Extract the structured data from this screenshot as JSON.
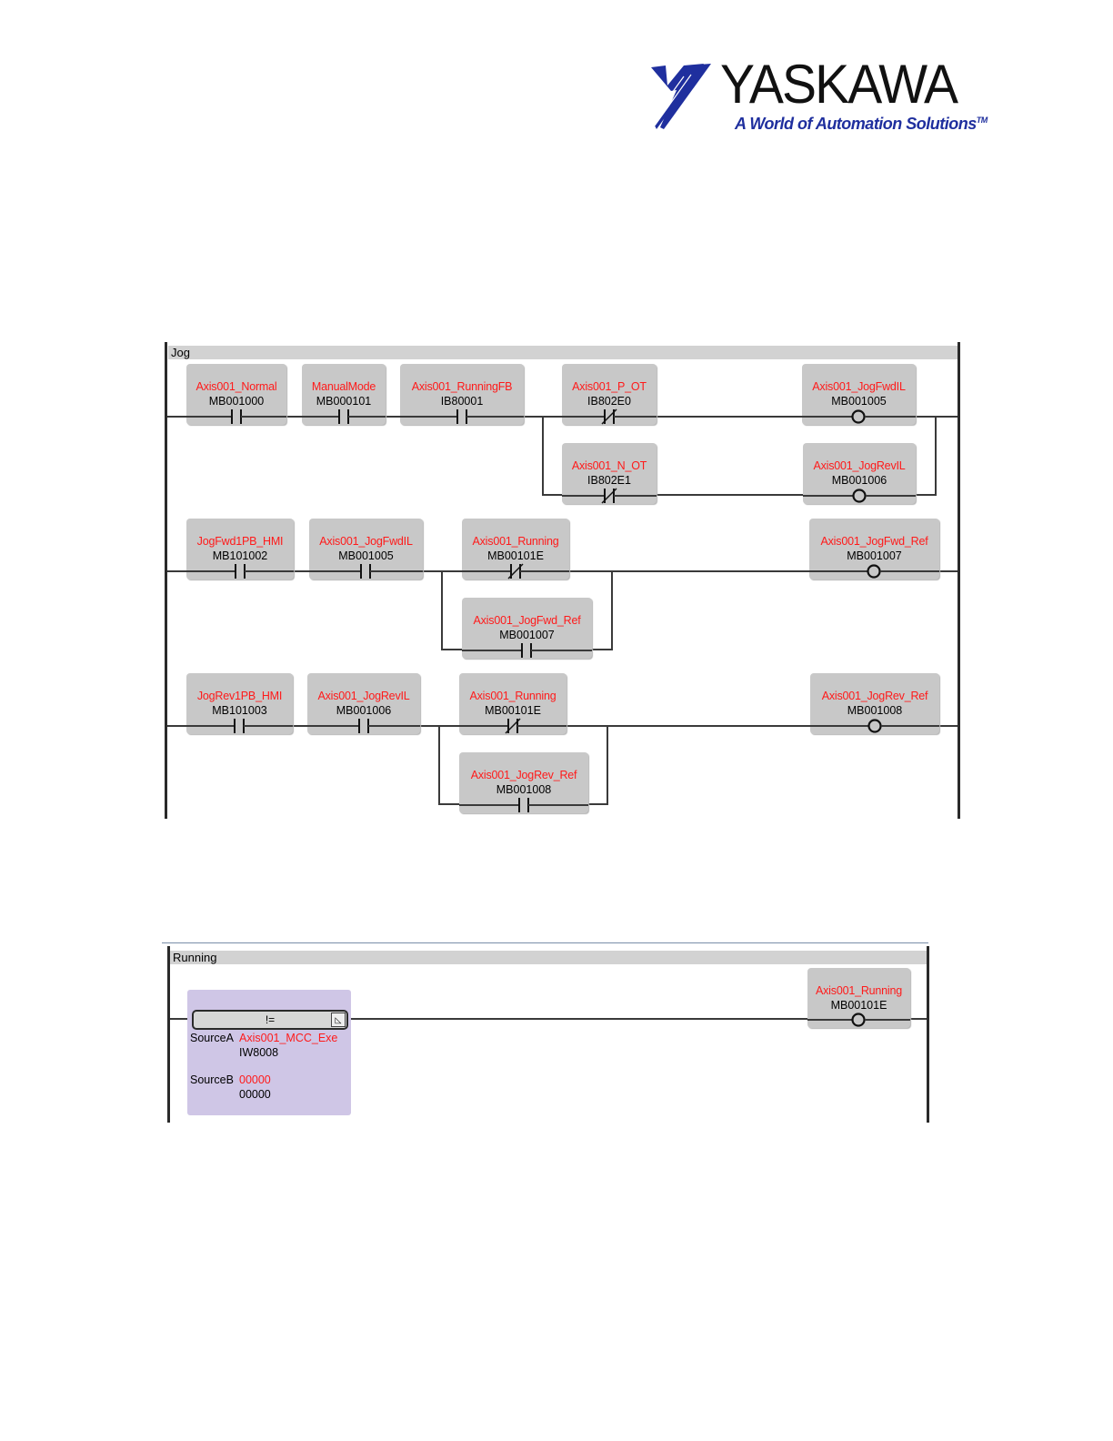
{
  "logo": {
    "brand": "YASKAWA",
    "tagline": "A World of Automation Solutions",
    "trademark": "TM",
    "color": "#1f2f9e"
  },
  "colors": {
    "tag_name": "#ff1a1a",
    "element_bg": "#c8c8c8",
    "compare_bg": "#cfc6e6"
  },
  "jog": {
    "title": "Jog",
    "elements": [
      {
        "name": "Axis001_Normal",
        "addr": "MB001000",
        "kind": "no-contact"
      },
      {
        "name": "ManualMode",
        "addr": "MB000101",
        "kind": "no-contact"
      },
      {
        "name": "Axis001_RunningFB",
        "addr": "IB80001",
        "kind": "no-contact"
      },
      {
        "name": "Axis001_P_OT",
        "addr": "IB802E0",
        "kind": "nc-contact"
      },
      {
        "name": "Axis001_JogFwdIL",
        "addr": "MB001005",
        "kind": "coil"
      },
      {
        "name": "Axis001_N_OT",
        "addr": "IB802E1",
        "kind": "nc-contact"
      },
      {
        "name": "Axis001_JogRevIL",
        "addr": "MB001006",
        "kind": "coil"
      },
      {
        "name": "JogFwd1PB_HMI",
        "addr": "MB101002",
        "kind": "no-contact"
      },
      {
        "name": "Axis001_JogFwdIL",
        "addr": "MB001005",
        "kind": "no-contact"
      },
      {
        "name": "Axis001_Running",
        "addr": "MB00101E",
        "kind": "nc-contact"
      },
      {
        "name": "Axis001_JogFwd_Ref",
        "addr": "MB001007",
        "kind": "coil"
      },
      {
        "name": "Axis001_JogFwd_Ref",
        "addr": "MB001007",
        "kind": "no-contact"
      },
      {
        "name": "JogRev1PB_HMI",
        "addr": "MB101003",
        "kind": "no-contact"
      },
      {
        "name": "Axis001_JogRevIL",
        "addr": "MB001006",
        "kind": "no-contact"
      },
      {
        "name": "Axis001_Running",
        "addr": "MB00101E",
        "kind": "nc-contact"
      },
      {
        "name": "Axis001_JogRev_Ref",
        "addr": "MB001008",
        "kind": "coil"
      },
      {
        "name": "Axis001_JogRev_Ref",
        "addr": "MB001008",
        "kind": "no-contact"
      }
    ]
  },
  "running": {
    "title": "Running",
    "compare": {
      "op": "!=",
      "source_a_label": "SourceA",
      "source_a_name": "Axis001_MCC_Exe",
      "source_a_addr": "IW8008",
      "source_b_label": "SourceB",
      "source_b_name": "00000",
      "source_b_addr": "00000"
    },
    "elements": [
      {
        "name": "Axis001_Running",
        "addr": "MB00101E",
        "kind": "coil"
      }
    ]
  }
}
